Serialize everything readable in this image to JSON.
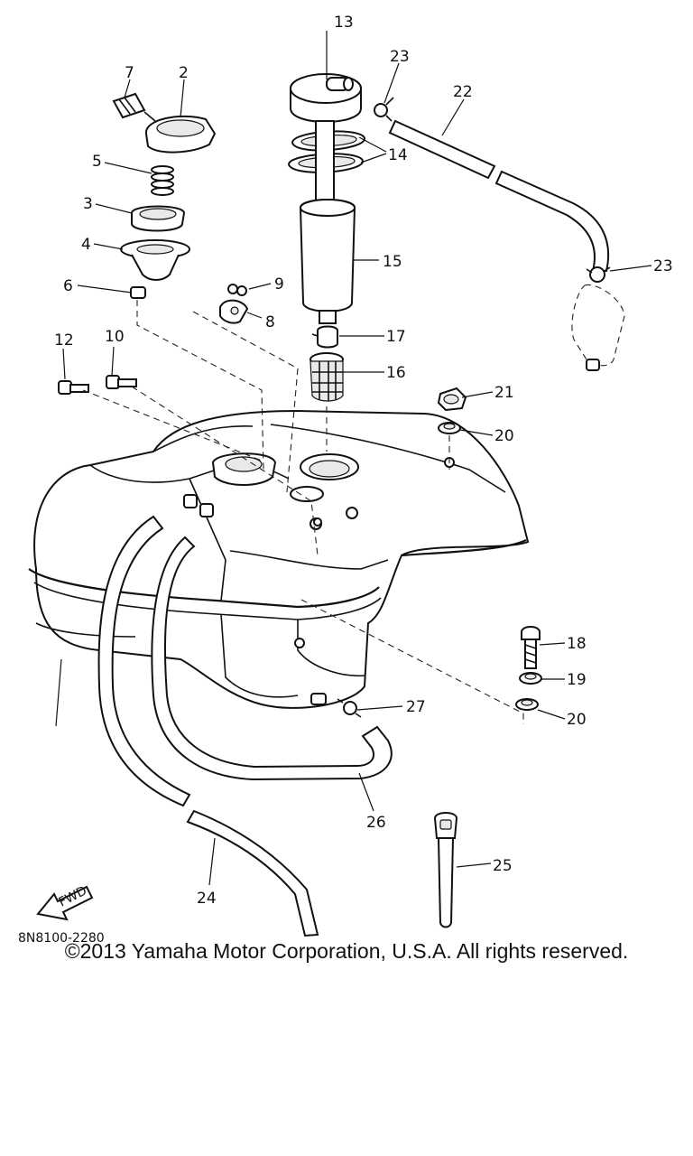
{
  "diagram_code": "8N8100-2280",
  "copyright": "©2013 Yamaha Motor Corporation, U.S.A. All rights reserved.",
  "fwd_label": "FWD",
  "labels": {
    "p2": "2",
    "p3": "3",
    "p4": "4",
    "p5": "5",
    "p6": "6",
    "p7": "7",
    "p8": "8",
    "p9": "9",
    "p10": "10",
    "p12": "12",
    "p13": "13",
    "p14": "14",
    "p15": "15",
    "p16": "16",
    "p17": "17",
    "p18": "18",
    "p19": "19",
    "p20a": "20",
    "p20b": "20",
    "p21": "21",
    "p22": "22",
    "p23a": "23",
    "p23b": "23",
    "p24": "24",
    "p25": "25",
    "p26": "26",
    "p27": "27"
  }
}
